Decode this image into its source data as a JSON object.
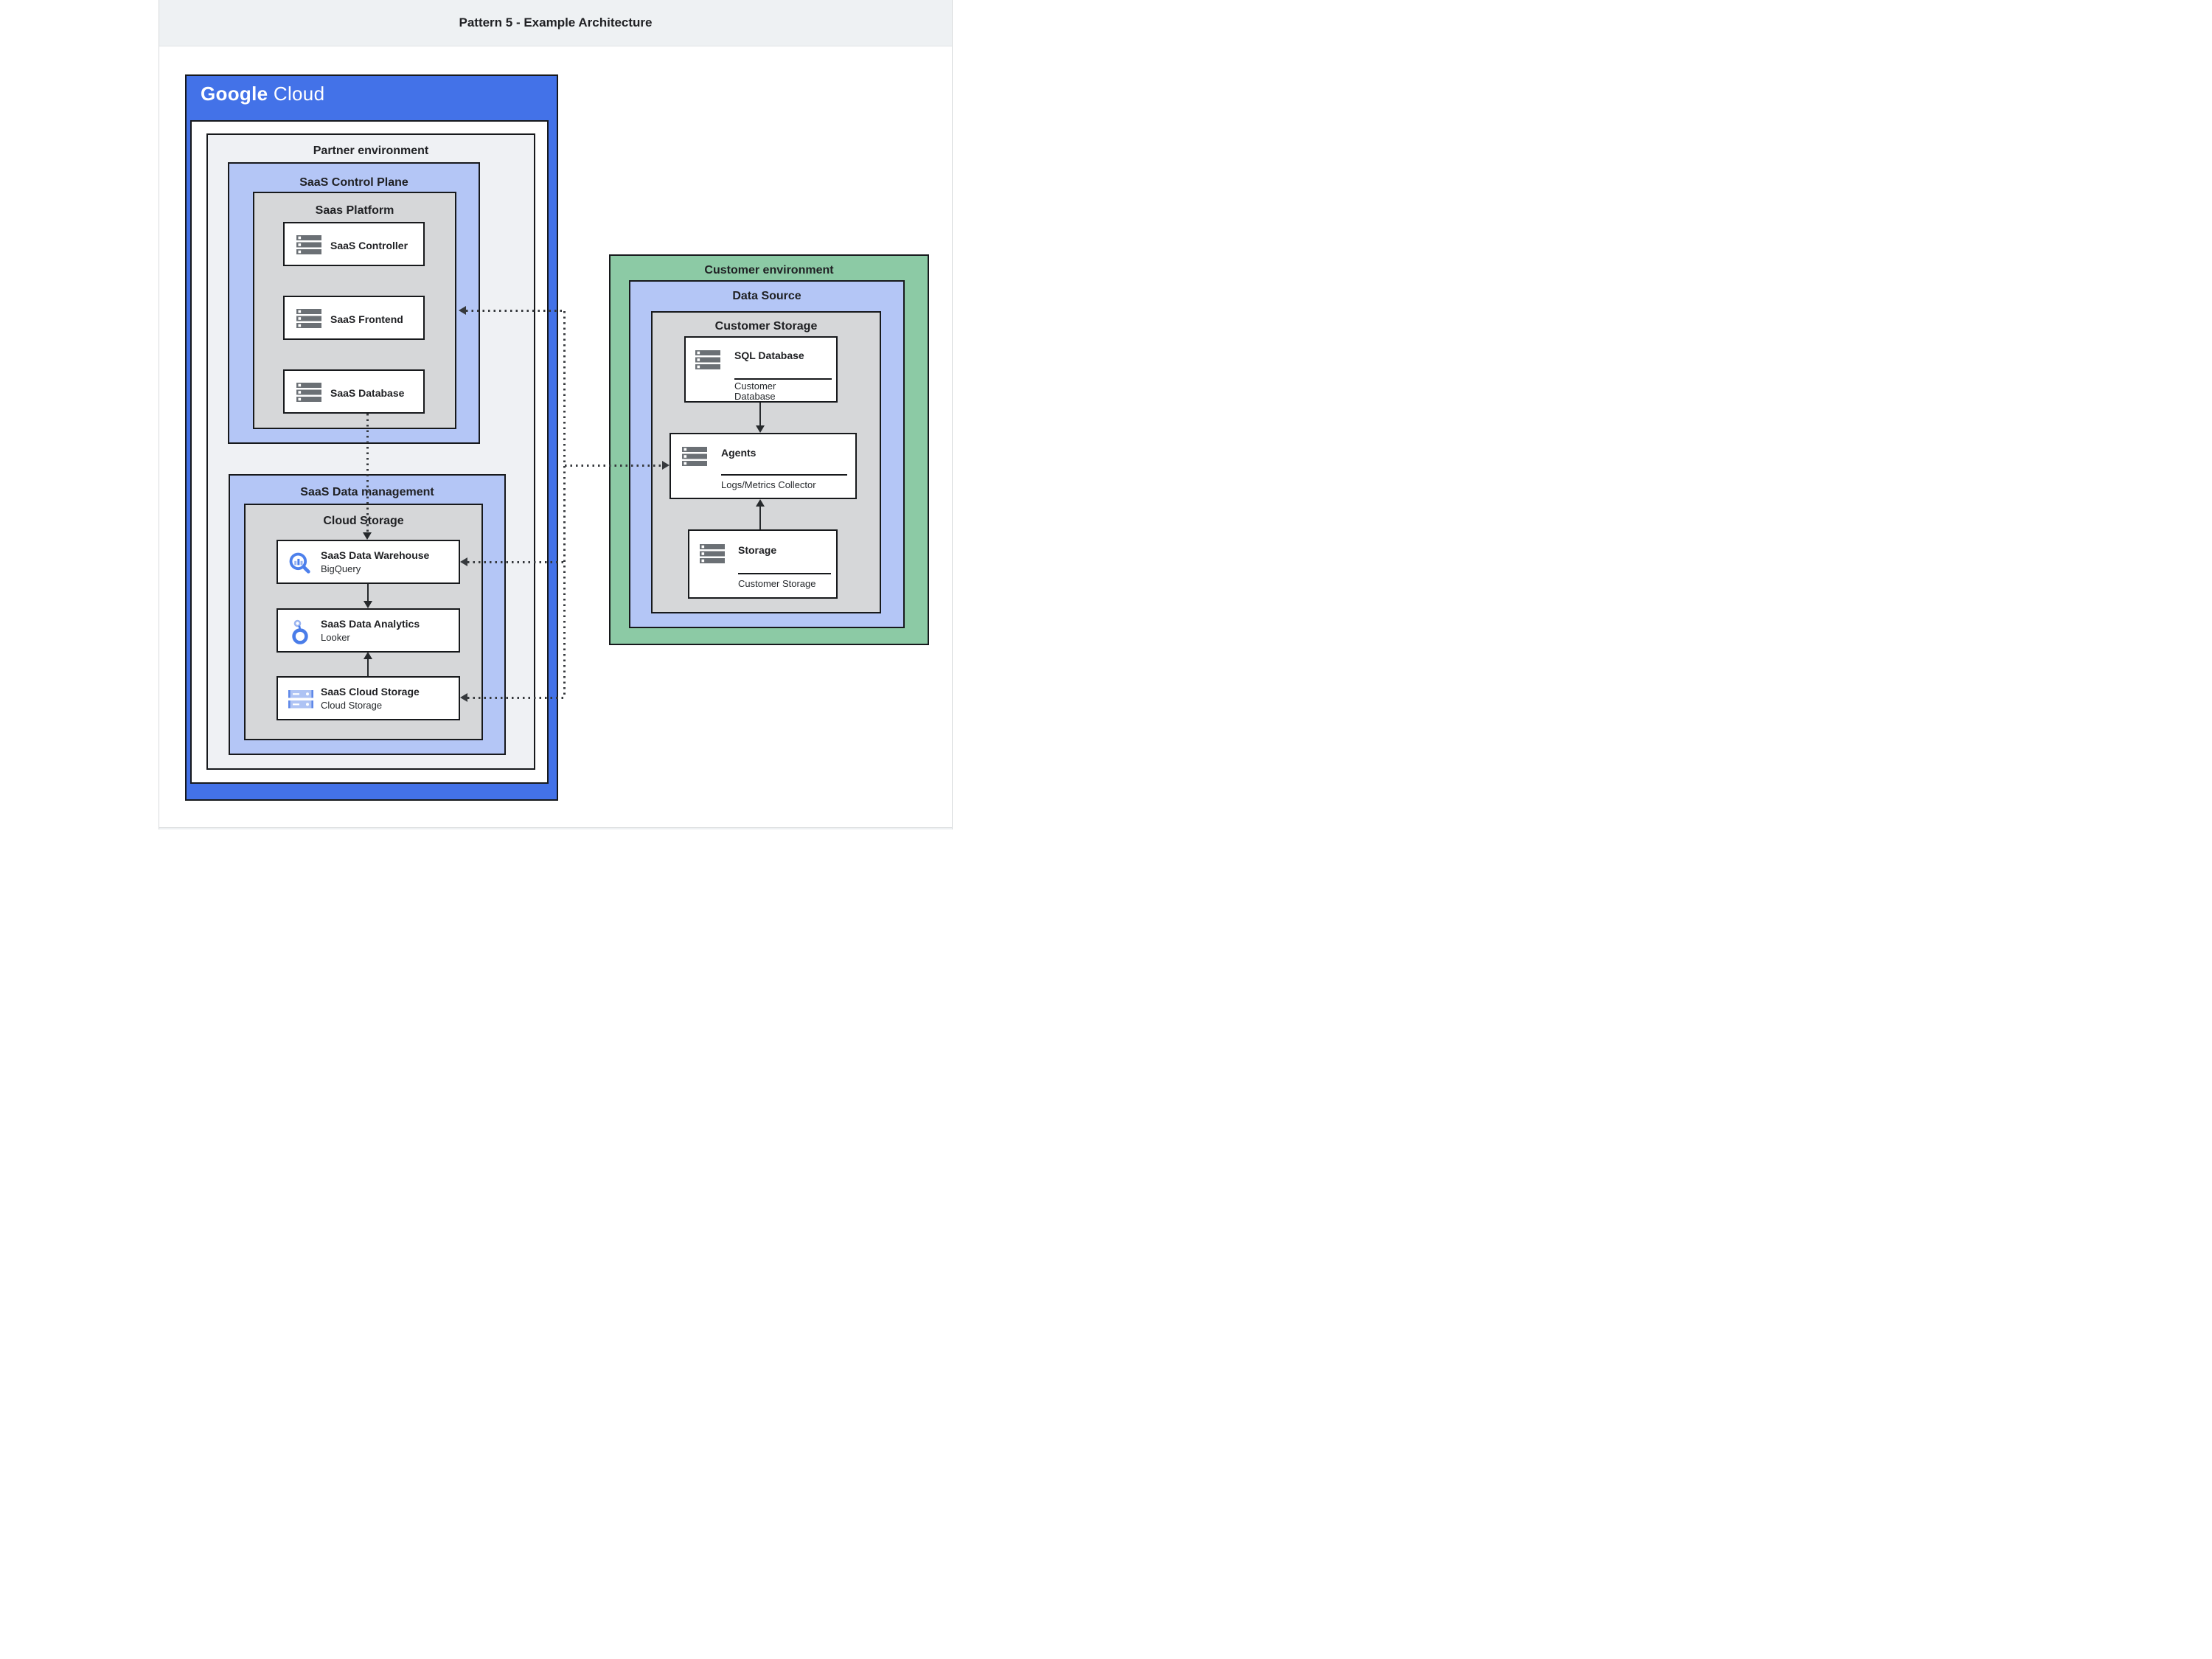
{
  "title": "Pattern 5 - Example Architecture",
  "google_cloud": {
    "logo": {
      "google": "Google",
      "cloud": "Cloud"
    }
  },
  "partner_environment": {
    "label": "Partner environment",
    "saas_control_plane": {
      "label": "SaaS Control Plane",
      "saas_platform": {
        "label": "Saas Platform",
        "saas_controller": {
          "title": "SaaS Controller"
        },
        "saas_frontend": {
          "title": "SaaS Frontend"
        },
        "saas_database": {
          "title": "SaaS Database"
        }
      }
    },
    "saas_data_management": {
      "label": "SaaS Data management",
      "cloud_storage": {
        "label": "Cloud Storage",
        "warehouse": {
          "title": "SaaS Data Warehouse",
          "product": "BigQuery"
        },
        "analytics": {
          "title": "SaaS Data Analytics",
          "product": "Looker"
        },
        "storage": {
          "title": "SaaS Cloud Storage",
          "product": "Cloud Storage"
        }
      }
    }
  },
  "customer_environment": {
    "label": "Customer environment",
    "data_source": {
      "label": "Data Source",
      "customer_storage": {
        "label": "Customer Storage",
        "sql_database": {
          "title": "SQL Database",
          "caption_line1": "Customer",
          "caption_line2": "Database"
        },
        "agents": {
          "title": "Agents",
          "caption": "Logs/Metrics Collector"
        },
        "storage": {
          "title": "Storage",
          "caption": "Customer Storage"
        }
      }
    }
  },
  "colors": {
    "google_cloud_blue": "#4372e8",
    "light_blue": "#b4c6f6",
    "green": "#8ccaa5",
    "box_gray": "#d6d7d9",
    "env_light_gray": "#eff1f4",
    "border_black": "#17191c",
    "icon_blue": "#4d80ec",
    "icon_gray": "#6b7075"
  }
}
